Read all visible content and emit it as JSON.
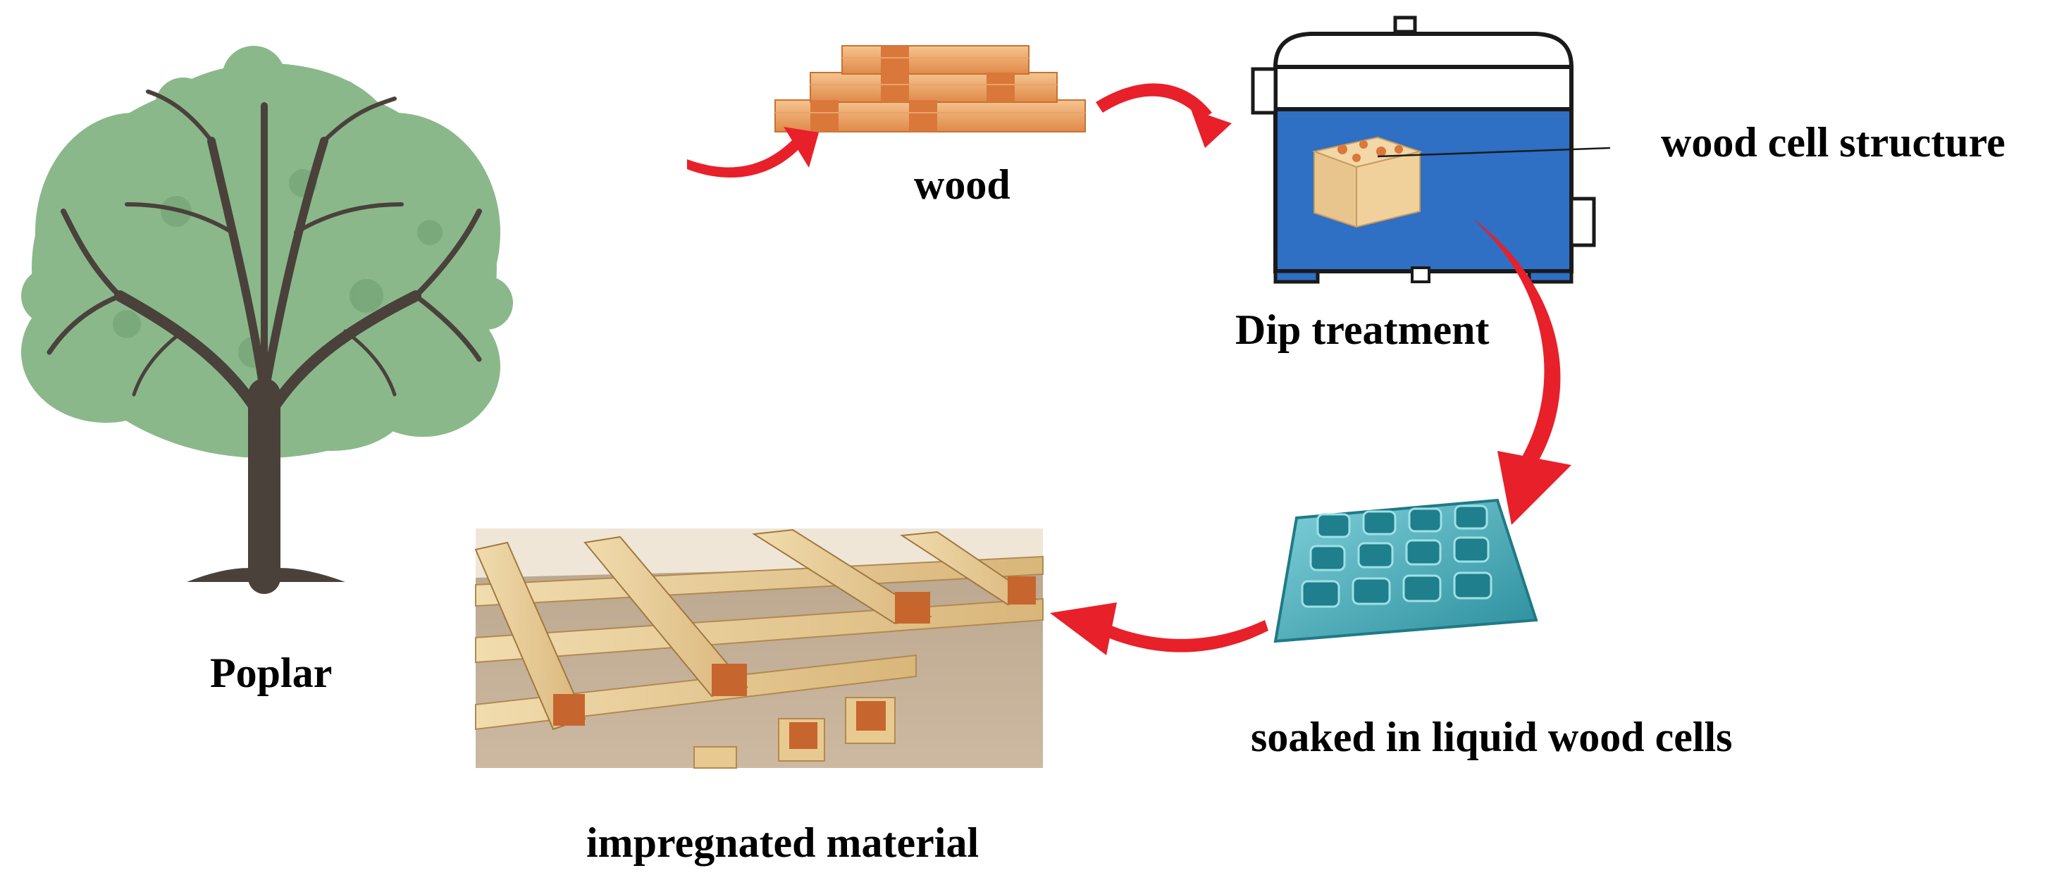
{
  "labels": {
    "wood": "wood",
    "dip_treatment": "Dip treatment",
    "wood_cell_structure": "wood cell structure",
    "poplar": "Poplar",
    "soaked": "soaked in liquid wood cells",
    "impregnated": "impregnated material"
  },
  "colors": {
    "arrow": "#e8202a",
    "foliage": "#8ab88a",
    "foliage_dark": "#6f9f72",
    "trunk": "#4a413b",
    "tank_liquid": "#2f6fc4",
    "tank_outline": "#1a1a1a",
    "wood_light": "#f2b27a",
    "wood_dark": "#d9783a",
    "cell_teal": "#3fa6b4",
    "lumber": "#e8c98f"
  },
  "icons": [
    "poplar-tree-icon",
    "wood-stack-icon",
    "dip-tank-icon",
    "cell-grid-icon",
    "lumber-photo"
  ]
}
